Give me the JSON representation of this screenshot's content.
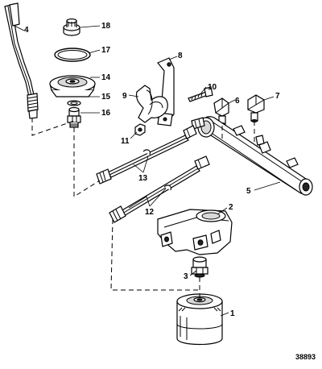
{
  "callouts": {
    "c1": "1",
    "c2": "2",
    "c3": "3",
    "c4": "4",
    "c5": "5",
    "c6": "6",
    "c7": "7",
    "c8": "8",
    "c9": "9",
    "c10": "10",
    "c11": "11",
    "c12": "12",
    "c13": "13",
    "c14": "14",
    "c15": "15",
    "c16": "16",
    "c17": "17",
    "c18": "18"
  },
  "figure_number": "38893"
}
